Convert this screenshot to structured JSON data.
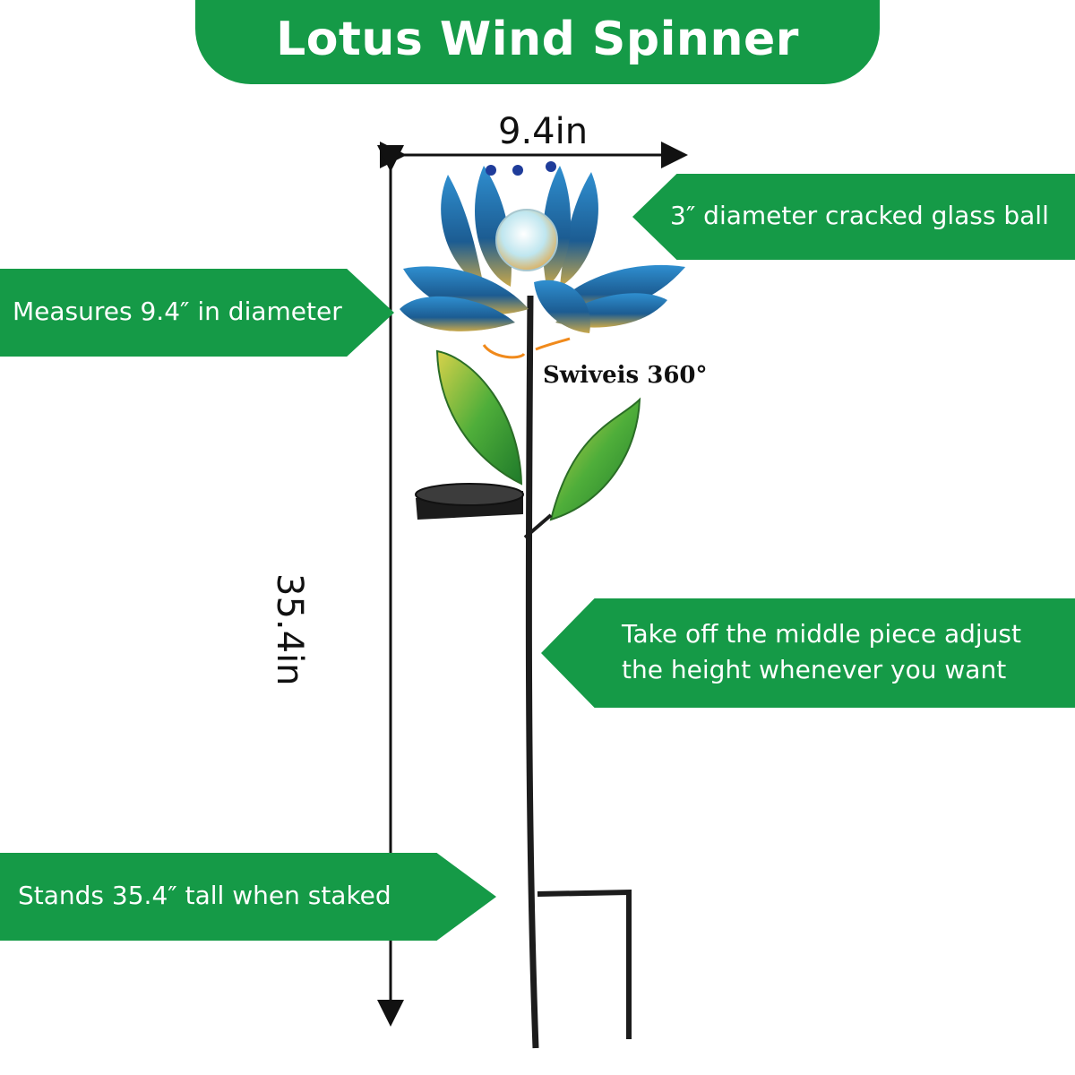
{
  "title": "Lotus Wind Spinner",
  "dimensions": {
    "width_label": "9.4in",
    "height_label": "35.4in"
  },
  "swivel_label": "Swiveis 360°",
  "callouts": {
    "glass_ball": "3″ diameter cracked glass ball",
    "diameter": "Measures 9.4″ in diameter",
    "adjust": [
      "Take off the middle piece adjust",
      "the height whenever you want"
    ],
    "height": "Stands 35.4″ tall when staked"
  },
  "colors": {
    "banner_green": "#159a47",
    "petal_blue": "#2b6fa8",
    "leaf_green": "#3a9b2f"
  }
}
